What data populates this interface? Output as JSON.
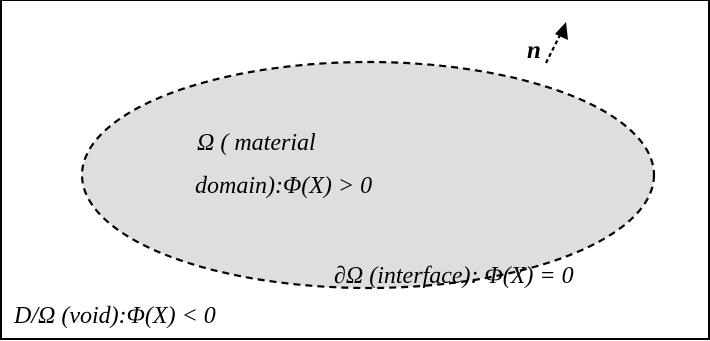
{
  "colors": {
    "domain_fill": "#dedede",
    "stroke": "#000000",
    "background": "#ffffff"
  },
  "normal_label": "n",
  "material": {
    "line1": "Ω ( material",
    "line2_word": "domain)",
    "condition": ":Φ(X) > 0"
  },
  "interface": {
    "prefix": "∂Ω (interface)",
    "condition": ": Φ(X) = 0"
  },
  "void": {
    "prefix": "D/Ω (void)",
    "condition": ":Φ(X) < 0"
  }
}
